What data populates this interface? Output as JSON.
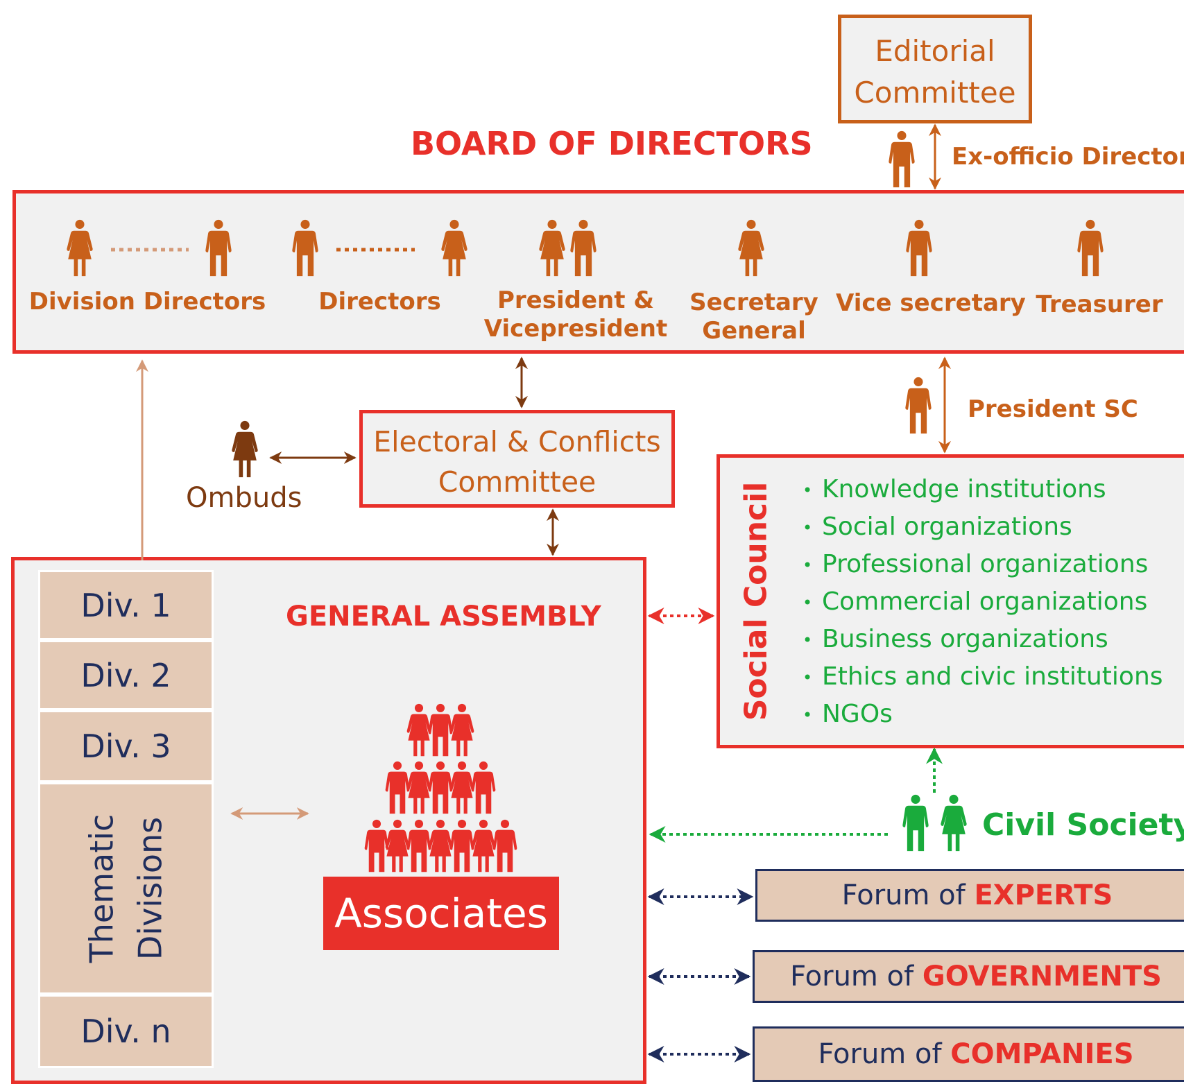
{
  "editorial": {
    "line1": "Editorial",
    "line2": "Committee"
  },
  "board": {
    "title": "BOARD OF DIRECTORS",
    "ex_officio": "Ex-officio Director",
    "roles": {
      "division_directors": "Division Directors",
      "directors": "Directors",
      "president_line1": "President &",
      "president_line2": "Vicepresident",
      "secretary_line1": "Secretary",
      "secretary_line2": "General",
      "vice_secretary": "Vice secretary",
      "treasurer": "Treasurer"
    }
  },
  "president_sc": "President SC",
  "electoral": {
    "line1": "Electoral & Conflicts",
    "line2": "Committee"
  },
  "ombuds": "Ombuds",
  "social_council": {
    "title": "Social Council",
    "items": [
      "Knowledge institutions",
      "Social organizations",
      "Professional organizations",
      "Commercial organizations",
      "Business organizations",
      "Ethics and civic institutions",
      "NGOs"
    ]
  },
  "general_assembly": {
    "title": "GENERAL ASSEMBLY",
    "associates": "Associates",
    "divisions": [
      "Div. 1",
      "Div. 2",
      "Div. 3"
    ],
    "thematic_line1": "Thematic",
    "thematic_line2": "Divisions",
    "div_n": "Div. n"
  },
  "civil_society": "Civil Society",
  "forums": [
    {
      "prefix": "Forum of ",
      "name": "EXPERTS"
    },
    {
      "prefix": "Forum of ",
      "name": "GOVERNMENTS"
    },
    {
      "prefix": "Forum of ",
      "name": "COMPANIES"
    }
  ],
  "colors": {
    "red": "#e8302a",
    "orange": "#c8601a",
    "brown": "#7d3a10",
    "green": "#1aab3c",
    "navy": "#1f2d5c",
    "tan": "#e4cab6",
    "box_fill": "#f1f1f1"
  }
}
